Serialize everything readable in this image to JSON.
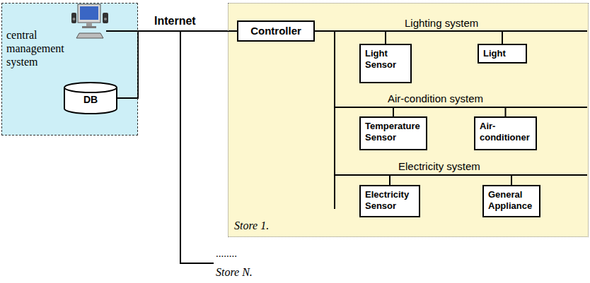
{
  "diagram": {
    "nodes": [
      {
        "text": [
          "central management system"
        ]
      },
      {
        "text": [
          "DB"
        ],
        "in": 0
      },
      {
        "text": [
          "Store 1."
        ]
      },
      {
        "text": [
          "Controller"
        ],
        "in": 2
      },
      {
        "text": [
          "Light Sensor"
        ],
        "in": 2
      },
      {
        "text": [
          "Light"
        ],
        "in": 2
      },
      {
        "text": [
          "Temperature Sensor"
        ],
        "in": 2
      },
      {
        "text": [
          "Air-conditioner"
        ],
        "in": 2
      },
      {
        "text": [
          "Electricity Sensor"
        ],
        "in": 2
      },
      {
        "text": [
          "General Appliance"
        ],
        "in": 2
      }
    ],
    "edges": [
      {
        "from": 0,
        "to": 3,
        "arrow": "none"
      },
      {
        "from": 1,
        "to": 3,
        "arrow": "none"
      },
      {
        "from": 3,
        "to": 4,
        "arrow": "none"
      },
      {
        "from": 3,
        "to": 5,
        "arrow": "none"
      },
      {
        "from": 3,
        "to": 6,
        "arrow": "none"
      },
      {
        "from": 3,
        "to": 7,
        "arrow": "none"
      },
      {
        "from": 3,
        "to": 8,
        "arrow": "none"
      },
      {
        "from": 3,
        "to": 9,
        "arrow": "none"
      }
    ],
    "labels": [
      "Internet",
      "Lighting system",
      "Air-condition system",
      "Electricity system",
      "........",
      "Store N."
    ]
  }
}
